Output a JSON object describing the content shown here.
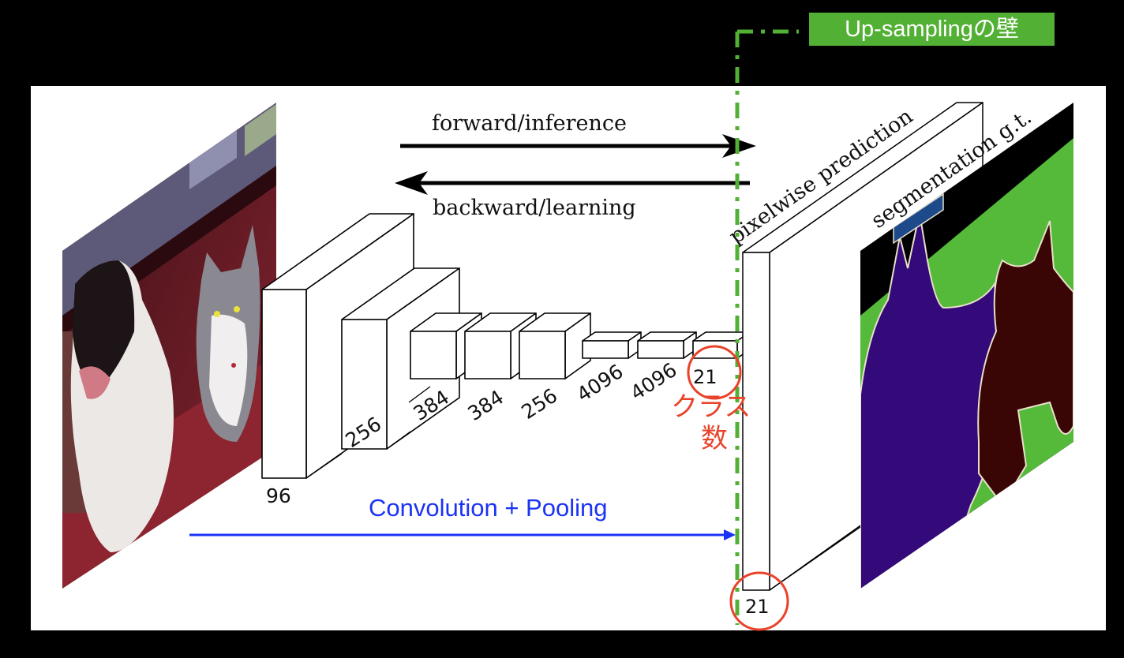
{
  "wall_label": "Up-samplingの壁",
  "arrows": {
    "forward": "forward/inference",
    "backward": "backward/learning",
    "conv_pool": "Convolution + Pooling"
  },
  "panels": {
    "input_image": "input photo (dog and cat)",
    "prediction_label": "pixelwise prediction",
    "gt_label": "segmentation g.t."
  },
  "layers": [
    {
      "channels": "96"
    },
    {
      "channels": "256"
    },
    {
      "channels": "384"
    },
    {
      "channels": "384"
    },
    {
      "channels": "256"
    },
    {
      "channels": "4096"
    },
    {
      "channels": "4096"
    },
    {
      "channels": "21"
    }
  ],
  "output_channels": "21",
  "annotation": {
    "class_count_line1": "クラス",
    "class_count_line2": "数"
  },
  "colors": {
    "wall_green": "#52b035",
    "highlight_red": "#e8432a",
    "conv_blue": "#1a33f5",
    "seg_background": "#55b93a",
    "seg_dog": "#34097a",
    "seg_cat": "#3a0505",
    "seg_void": "#000000",
    "seg_box": "#1c4a8a"
  }
}
